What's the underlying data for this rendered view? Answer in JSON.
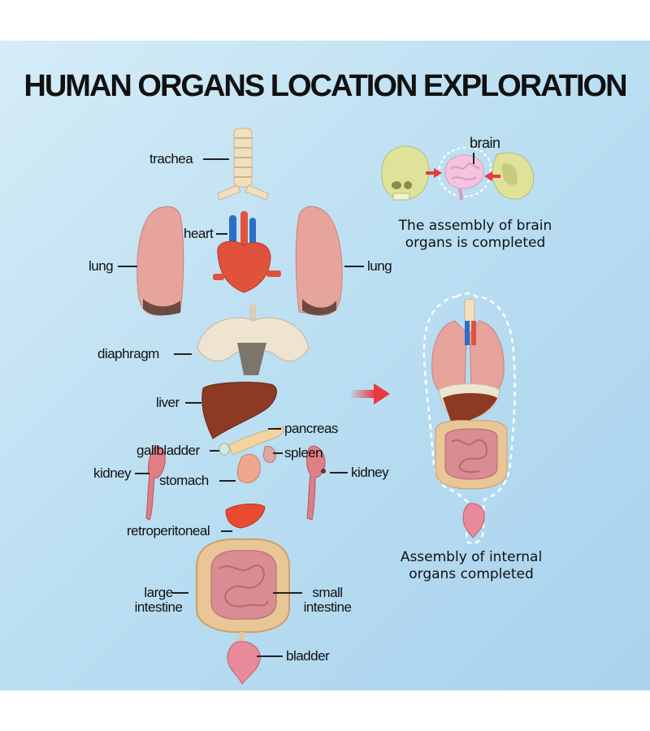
{
  "title": "HUMAN ORGANS LOCATION EXPLORATION",
  "labels": {
    "trachea": "trachea",
    "heart": "heart",
    "lung_left": "lung",
    "lung_right": "lung",
    "diaphragm": "diaphragm",
    "liver": "liver",
    "pancreas": "pancreas",
    "gallbladder": "gallbladder",
    "spleen": "spleen",
    "kidney_left": "kidney",
    "stomach": "stomach",
    "kidney_right": "kidney",
    "retroperitoneal": "retroperitoneal",
    "large_intestine_1": "large",
    "large_intestine_2": "intestine",
    "small_intestine_1": "small",
    "small_intestine_2": "intestine",
    "bladder": "bladder",
    "brain": "brain"
  },
  "captions": {
    "brain_1": "The assembly of brain",
    "brain_2": "organs is completed",
    "internal_1": "Assembly of internal",
    "internal_2": "organs completed"
  },
  "colors": {
    "background": "#b9ddf2",
    "arrow": "#e8393f",
    "lung": "#e6a49c",
    "heart": "#e0523c",
    "liver": "#8c3a24",
    "skull": "#dfe39a",
    "intestine": "#e9c696"
  }
}
